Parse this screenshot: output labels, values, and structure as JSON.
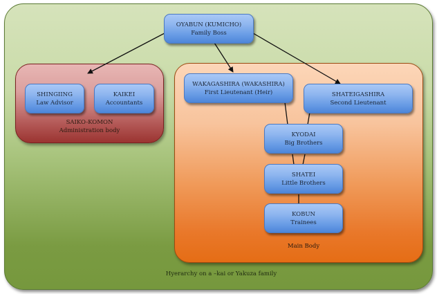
{
  "diagram": {
    "caption": "Hyerarchy on a –kai or Yakuza family",
    "groups": {
      "administration": {
        "title": "SAIKO-KOMON",
        "subtitle": "Administration body",
        "color": "#b85e5c"
      },
      "main": {
        "title": "Main Body",
        "color": "#ee8536"
      }
    },
    "nodes": {
      "oyabun": {
        "title": "OYABUN (KUMICHO)",
        "subtitle": "Family Boss"
      },
      "shingiing": {
        "title": "SHINGIING",
        "subtitle": "Law Advisor"
      },
      "kaikei": {
        "title": "KAIKEI",
        "subtitle": "Accountants"
      },
      "wakagashira": {
        "title": "WAKAGASHIRA (WAKASHIRA)",
        "subtitle": "First Lieutenant (Heir)"
      },
      "shateigashira": {
        "title": "SHATEIGASHIRA",
        "subtitle": "Second Lieutenant"
      },
      "kyodai": {
        "title": "KYODAI",
        "subtitle": "Big Brothers"
      },
      "shatei": {
        "title": "SHATEI",
        "subtitle": "Little Brothers"
      },
      "kobun": {
        "title": "KOBUN",
        "subtitle": "Trainees"
      }
    },
    "edges": [
      {
        "from": "oyabun",
        "to": "administration",
        "arrow": true
      },
      {
        "from": "oyabun",
        "to": "wakagashira",
        "arrow": true
      },
      {
        "from": "oyabun",
        "to": "shateigashira",
        "arrow": true
      },
      {
        "from": "wakagashira",
        "to": "kyodai",
        "arrow": false
      },
      {
        "from": "shateigashira",
        "to": "kyodai",
        "arrow": false
      },
      {
        "from": "kyodai",
        "to": "shatei",
        "arrow": false
      },
      {
        "from": "shatei",
        "to": "kobun",
        "arrow": false
      }
    ]
  }
}
